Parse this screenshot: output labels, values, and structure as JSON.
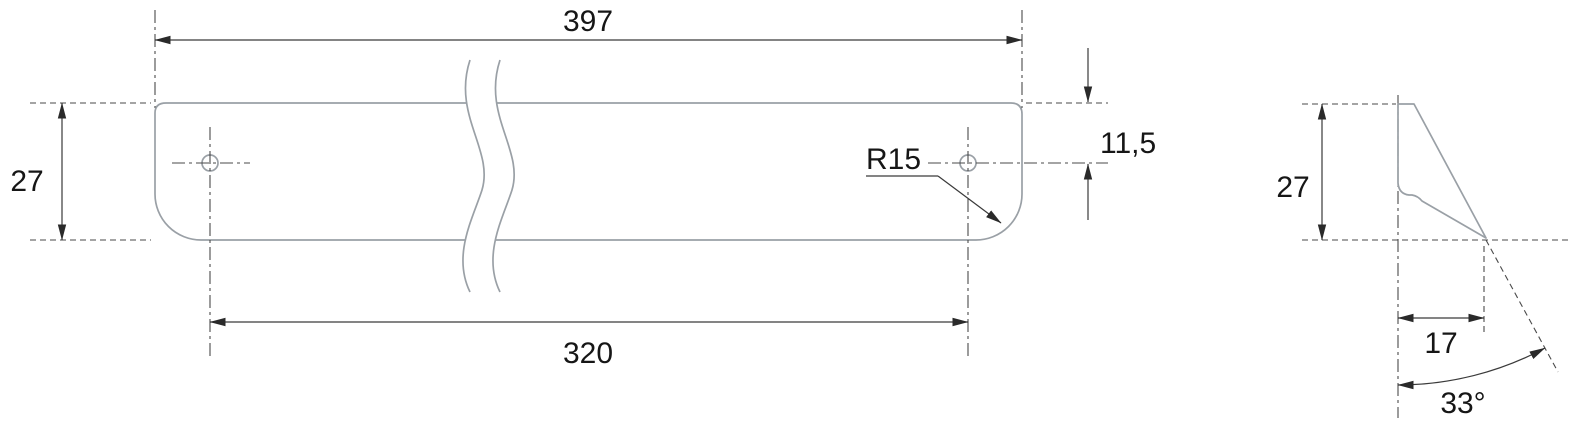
{
  "front_view": {
    "overall_length": "397",
    "hole_spacing": "320",
    "height": "27",
    "hole_offset_from_top": "11,5",
    "corner_radius": "R15"
  },
  "side_view": {
    "height": "27",
    "depth": "17",
    "angle": "33°"
  },
  "style": {
    "outline_color": "#9aa0a6",
    "dimension_color": "#3a3a3a",
    "text_color": "#161616",
    "background": "#ffffff"
  }
}
